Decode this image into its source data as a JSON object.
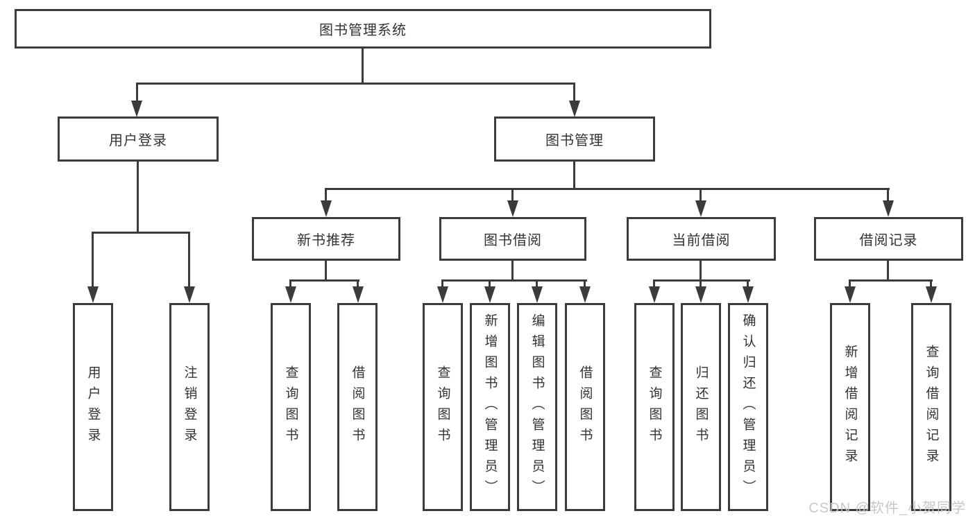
{
  "diagram": {
    "tree": {
      "root": {
        "label": "图书管理系统"
      },
      "level2": [
        {
          "label": "用户登录",
          "children": [
            {
              "label": "用户登录"
            },
            {
              "label": "注销登录"
            }
          ]
        },
        {
          "label": "图书管理",
          "children": [
            {
              "label": "新书推荐",
              "children": [
                {
                  "label": "查询图书"
                },
                {
                  "label": "借阅图书"
                }
              ]
            },
            {
              "label": "图书借阅",
              "children": [
                {
                  "label": "查询图书"
                },
                {
                  "label": "新增图书（管理员）"
                },
                {
                  "label": "编辑图书（管理员）"
                },
                {
                  "label": "借阅图书"
                }
              ]
            },
            {
              "label": "当前借阅",
              "children": [
                {
                  "label": "查询图书"
                },
                {
                  "label": "归还图书"
                },
                {
                  "label": "确认归还（管理员）"
                }
              ]
            },
            {
              "label": "借阅记录",
              "children": [
                {
                  "label": "新增借阅记录"
                },
                {
                  "label": "查询借阅记录"
                }
              ]
            }
          ]
        }
      ]
    },
    "watermark": {
      "text": "CSDN @软件_小贺同学",
      "color": "#c9c2c6"
    },
    "colors": {
      "line": "#3b3b3b",
      "text": "#333333",
      "background": "#ffffff"
    }
  }
}
